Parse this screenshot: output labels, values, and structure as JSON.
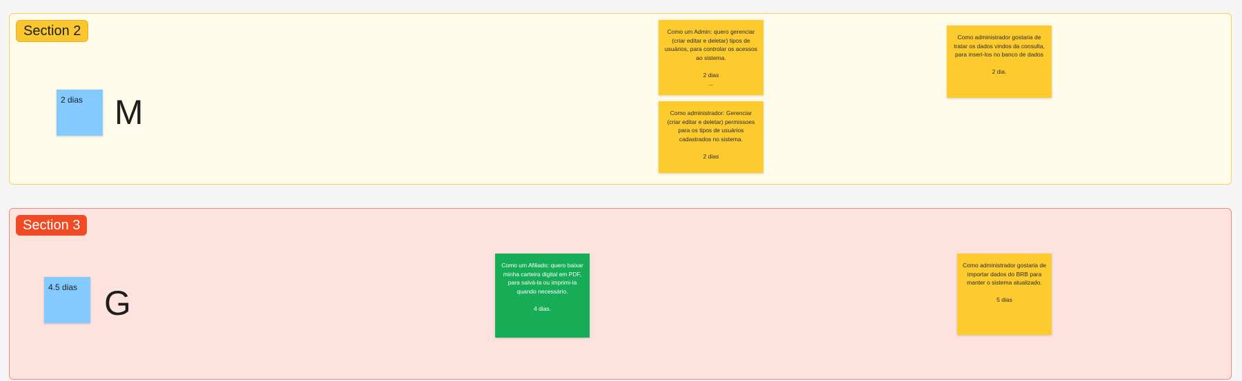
{
  "sections": [
    {
      "label": "Section 2",
      "estimate_note": "2 dias",
      "size_letter": "M",
      "stories": [
        "Como um Admin: quero gerenciar (criar editar e deletar) tipos de usuários, para controlar os acessos ao sistema.\n\n2 dias\n...",
        "Como administrador: Gerenciar (criar editar e deletar) permissoes para os tipos de usuários cadastrados no sistema.\n\n2 dias",
        "Como administrador gostaria de tratar os dados vindos da consulta, para inseri-los no banco de dados\n\n2 dia."
      ]
    },
    {
      "label": "Section 3",
      "estimate_note": "4.5 dias",
      "size_letter": "G",
      "stories": [
        "Como um Afiliado: quero baixar minha carteira digital em PDF, para salvá-la ou imprimi-la quando necessário.\n\n4 dias.",
        "Como administrador gostaria de importar dados do BRB para manter o sistema atualizado.\n\n5 dias"
      ]
    }
  ],
  "colors": {
    "section2_bg": "#fffbea",
    "section2_label": "#fbc72e",
    "section3_bg": "#fde2de",
    "section3_label": "#f04b24",
    "sticky_yellow": "#fecb2f",
    "sticky_green": "#16ad56",
    "sticky_blue": "#82caff"
  }
}
